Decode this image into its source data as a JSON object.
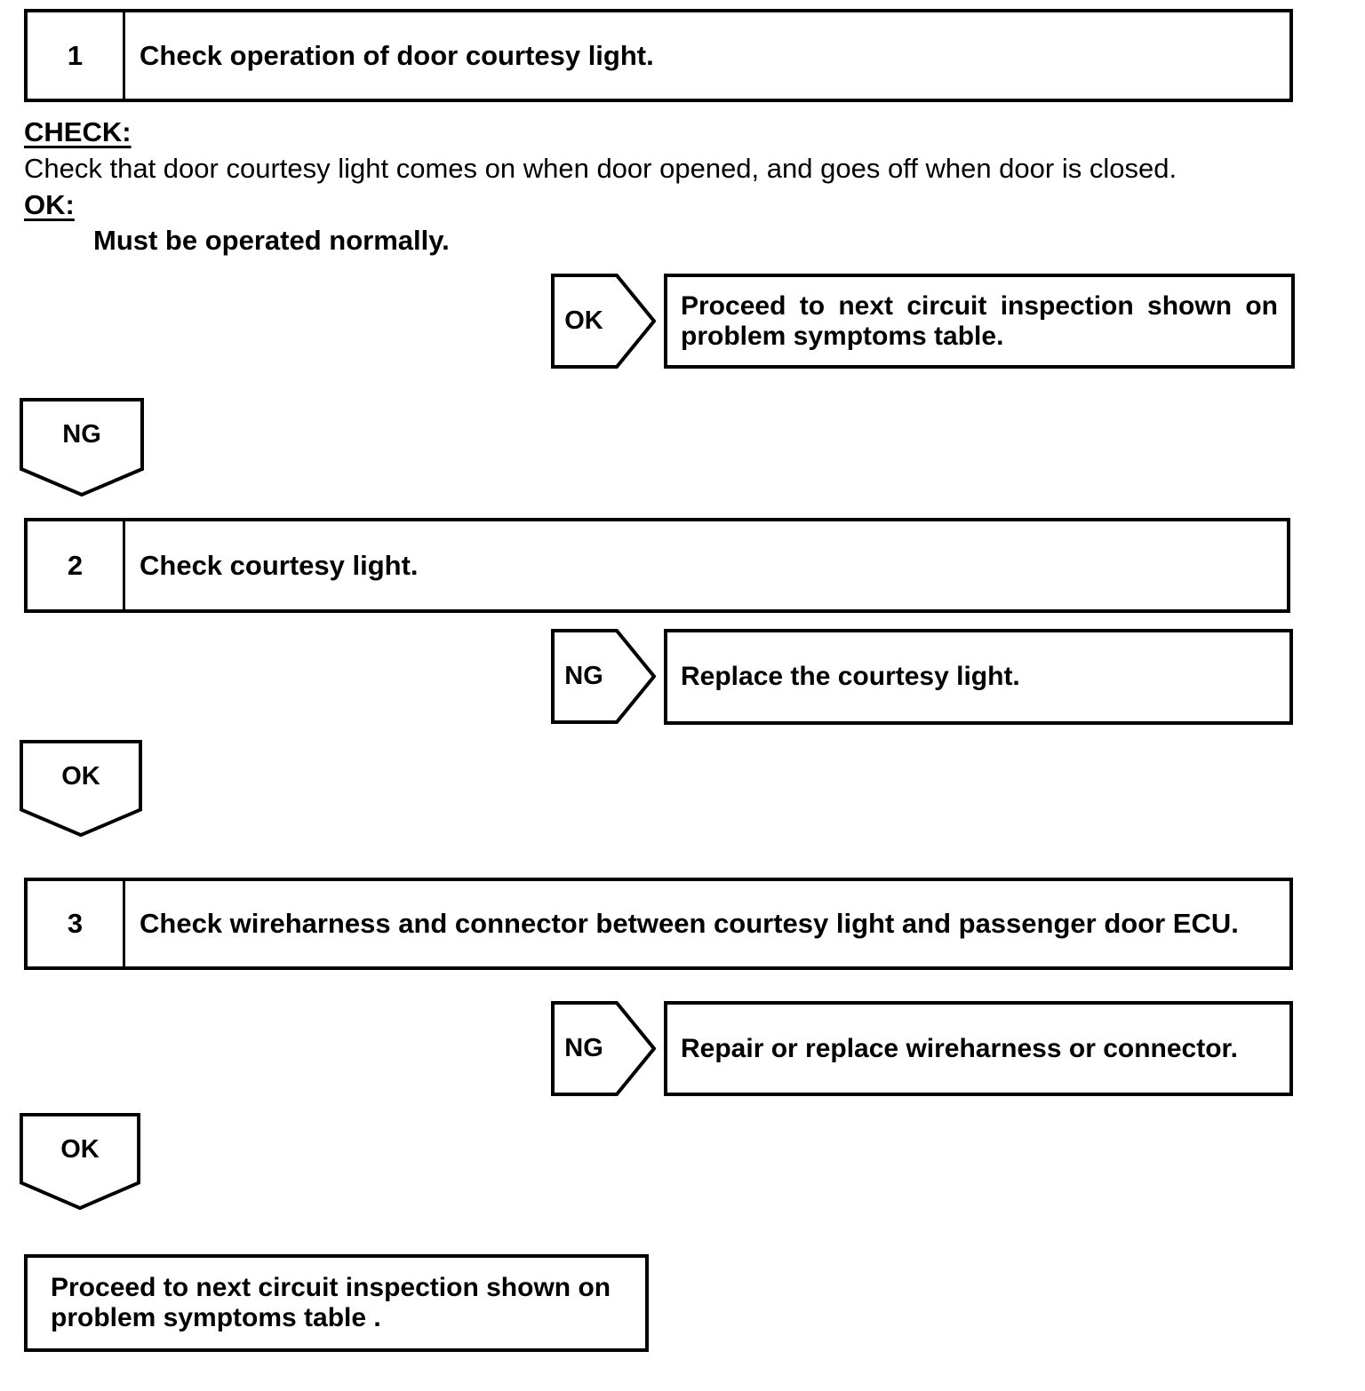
{
  "flowchart": {
    "steps": [
      {
        "number": "1",
        "title": "Check operation of door courtesy light."
      },
      {
        "number": "2",
        "title": "Check courtesy light."
      },
      {
        "number": "3",
        "title": "Check wireharness and connector between courtesy light and passenger door ECU."
      }
    ],
    "check_section": {
      "check_label": "CHECK:",
      "check_text": "Check that door courtesy light comes on when door opened, and goes off when door is closed.",
      "ok_label": "OK:",
      "ok_text": "Must be operated normally."
    },
    "branches": [
      {
        "tag": "OK",
        "result": "Proceed to next circuit inspection shown on problem symptoms table."
      },
      {
        "tag": "NG",
        "result": "Replace the courtesy light."
      },
      {
        "tag": "NG",
        "result": "Repair or replace wireharness or connector."
      }
    ],
    "connectors": [
      {
        "label": "NG"
      },
      {
        "label": "OK"
      },
      {
        "label": "OK"
      }
    ],
    "final_result": "Proceed to next circuit inspection shown on problem symptoms table .",
    "colors": {
      "line": "#000000",
      "background": "#ffffff"
    }
  }
}
